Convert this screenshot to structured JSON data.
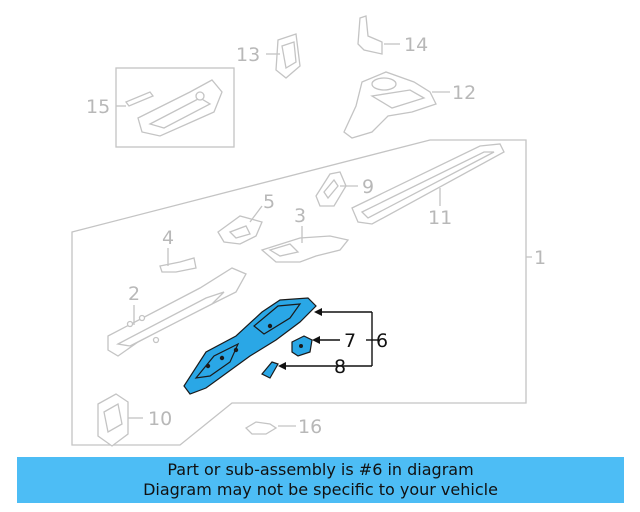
{
  "callouts": {
    "c1": "1",
    "c2": "2",
    "c3": "3",
    "c4": "4",
    "c5": "5",
    "c6": "6",
    "c7": "7",
    "c8": "8",
    "c9": "9",
    "c10": "10",
    "c11": "11",
    "c12": "12",
    "c13": "13",
    "c14": "14",
    "c15": "15",
    "c16": "16"
  },
  "highlighted_part": "6",
  "colors": {
    "highlight": "#2aa7e6",
    "banner": "#4dbdf5",
    "line_grey": "#c4c4c4"
  },
  "banner": {
    "line1": "Part or sub-assembly is #6 in diagram",
    "line2": "Diagram may not be specific to your vehicle"
  }
}
